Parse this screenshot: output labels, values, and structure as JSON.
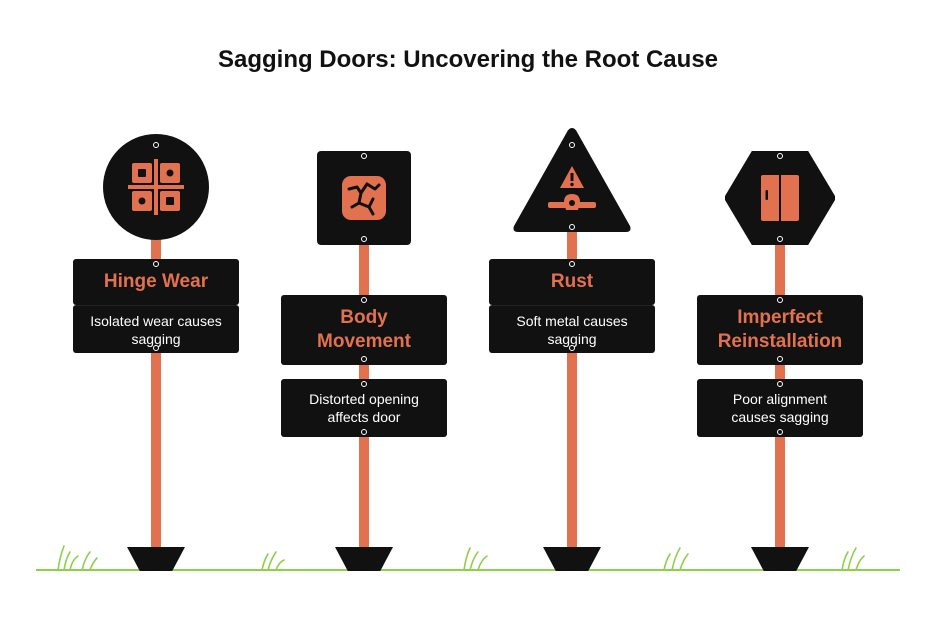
{
  "title": "Sagging Doors: Uncovering the Root Cause",
  "colors": {
    "accent": "#e2714f",
    "sign": "#111111",
    "grass": "#8dd04b",
    "text": "#ffffff"
  },
  "signs": [
    {
      "icon": "hinge-grid-icon",
      "shape": "circle",
      "heading": "Hinge Wear",
      "description": "Isolated wear causes sagging"
    },
    {
      "icon": "cracked-panel-icon",
      "shape": "square",
      "heading": "Body Movement",
      "description": "Distorted opening affects door"
    },
    {
      "icon": "warning-rust-icon",
      "shape": "triangle",
      "heading": "Rust",
      "description": "Soft metal causes sagging"
    },
    {
      "icon": "door-icon",
      "shape": "hexagon",
      "heading": "Imperfect Reinstallation",
      "description": "Poor alignment causes sagging"
    }
  ]
}
